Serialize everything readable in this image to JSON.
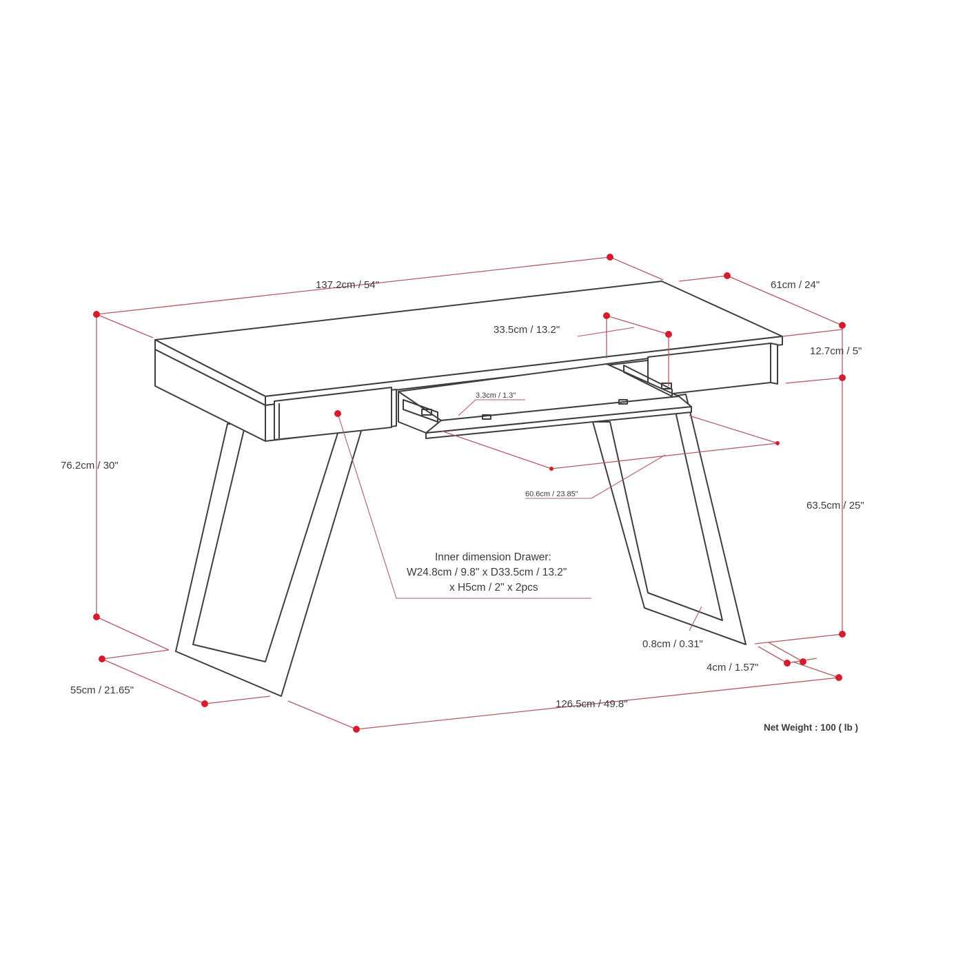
{
  "colors": {
    "dimension_line": "#b35a62",
    "dimension_dot": "#d51c2e",
    "outline": "#3d3d3d",
    "text": "#3a3a3a",
    "background": "#ffffff"
  },
  "dimensions": {
    "top_length": "137.2cm / 54\"",
    "top_depth": "61cm / 24\"",
    "drawer_depth": "33.5cm / 13.2\"",
    "apron_height": "12.7cm / 5\"",
    "tray_lip": "3.3cm / 1.3\"",
    "tray_width": "60.6cm / 23.85\"",
    "overall_height": "76.2cm / 30\"",
    "leg_height": "63.5cm / 25\"",
    "leg_thickness": "0.8cm / 0.31\"",
    "leg_width": "4cm / 1.57\"",
    "base_depth": "55cm / 21.65\"",
    "base_length": "126.5cm / 49.8\""
  },
  "inner_drawer": {
    "line1": "Inner dimension Drawer:",
    "line2": "W24.8cm / 9.8\" x D33.5cm / 13.2\"",
    "line3": "x H5cm / 2\" x 2pcs"
  },
  "net_weight": "Net Weight : 100 ( lb )"
}
